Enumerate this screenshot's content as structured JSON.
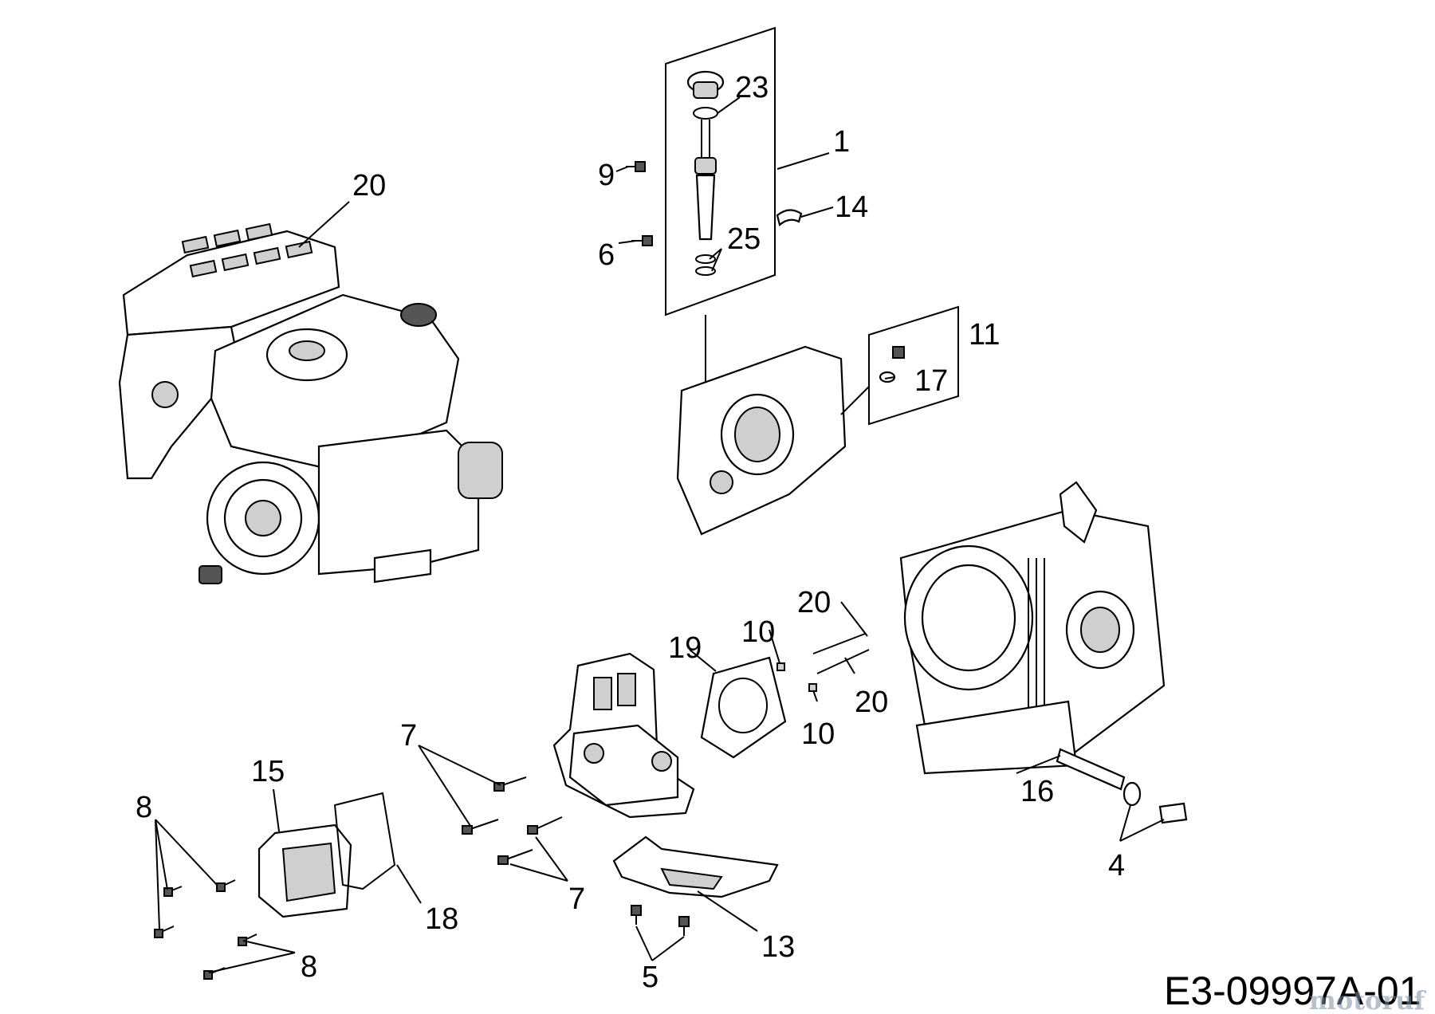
{
  "diagram_code": "E3-09997A-01",
  "watermark": "motoruf",
  "callouts": {
    "c1": "1",
    "c4": "4",
    "c5": "5",
    "c6": "6",
    "c7a": "7",
    "c7b": "7",
    "c8a": "8",
    "c8b": "8",
    "c9": "9",
    "c10a": "10",
    "c10b": "10",
    "c11": "11",
    "c13": "13",
    "c14": "14",
    "c15": "15",
    "c16": "16",
    "c17": "17",
    "c18": "18",
    "c19": "19",
    "c20a": "20",
    "c20b": "20",
    "c20c": "20",
    "c23": "23",
    "c25": "25"
  }
}
